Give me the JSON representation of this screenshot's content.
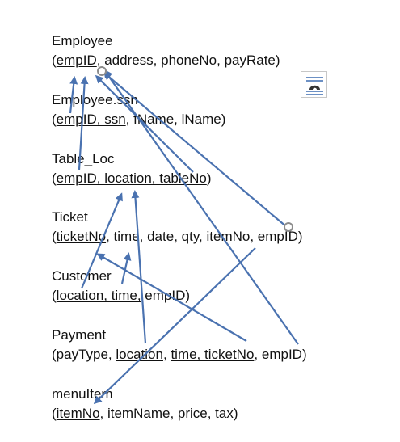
{
  "relations": [
    {
      "id": "employee",
      "name": "Employee",
      "attrs": [
        {
          "t": "(",
          "u": false
        },
        {
          "t": "empID",
          "u": true
        },
        {
          "t": ", address, phoneNo, payRate)",
          "u": false
        }
      ]
    },
    {
      "id": "employee-ssn",
      "name": "Employee.ssn",
      "attrs": [
        {
          "t": "(",
          "u": false
        },
        {
          "t": "empID, ssn",
          "u": true
        },
        {
          "t": ", fName, lName)",
          "u": false
        }
      ]
    },
    {
      "id": "table-loc",
      "name": "Table_Loc",
      "attrs": [
        {
          "t": "(",
          "u": false
        },
        {
          "t": "empID, location, tableNo",
          "u": true
        },
        {
          "t": ")",
          "u": false
        }
      ]
    },
    {
      "id": "ticket",
      "name": "Ticket",
      "attrs": [
        {
          "t": "(",
          "u": false
        },
        {
          "t": "ticketNo",
          "u": true
        },
        {
          "t": ", time, date, qty, itemNo, empID)",
          "u": false
        }
      ]
    },
    {
      "id": "customer",
      "name": "Customer",
      "attrs": [
        {
          "t": "(",
          "u": false
        },
        {
          "t": "location, time,",
          "u": true
        },
        {
          "t": " empID)",
          "u": false
        }
      ]
    },
    {
      "id": "payment",
      "name": "Payment",
      "attrs": [
        {
          "t": "(payType, ",
          "u": false
        },
        {
          "t": "location",
          "u": true
        },
        {
          "t": ", ",
          "u": false
        },
        {
          "t": "time, ticketNo",
          "u": true
        },
        {
          "t": ", empID)",
          "u": false
        }
      ]
    },
    {
      "id": "menuitem",
      "name": "menuItem",
      "attrs": [
        {
          "t": "(",
          "u": false
        },
        {
          "t": "itemNo",
          "u": true
        },
        {
          "t": ", itemName, price, tax)",
          "u": false
        }
      ]
    }
  ],
  "colors": {
    "arrow": "#4a72b0",
    "handle": "#8c8c8c",
    "text": "#111111",
    "button_border": "#c7c7c7",
    "button_icon": "#3b6bb0"
  },
  "icons": {
    "layout_options": "layout-options-icon"
  }
}
